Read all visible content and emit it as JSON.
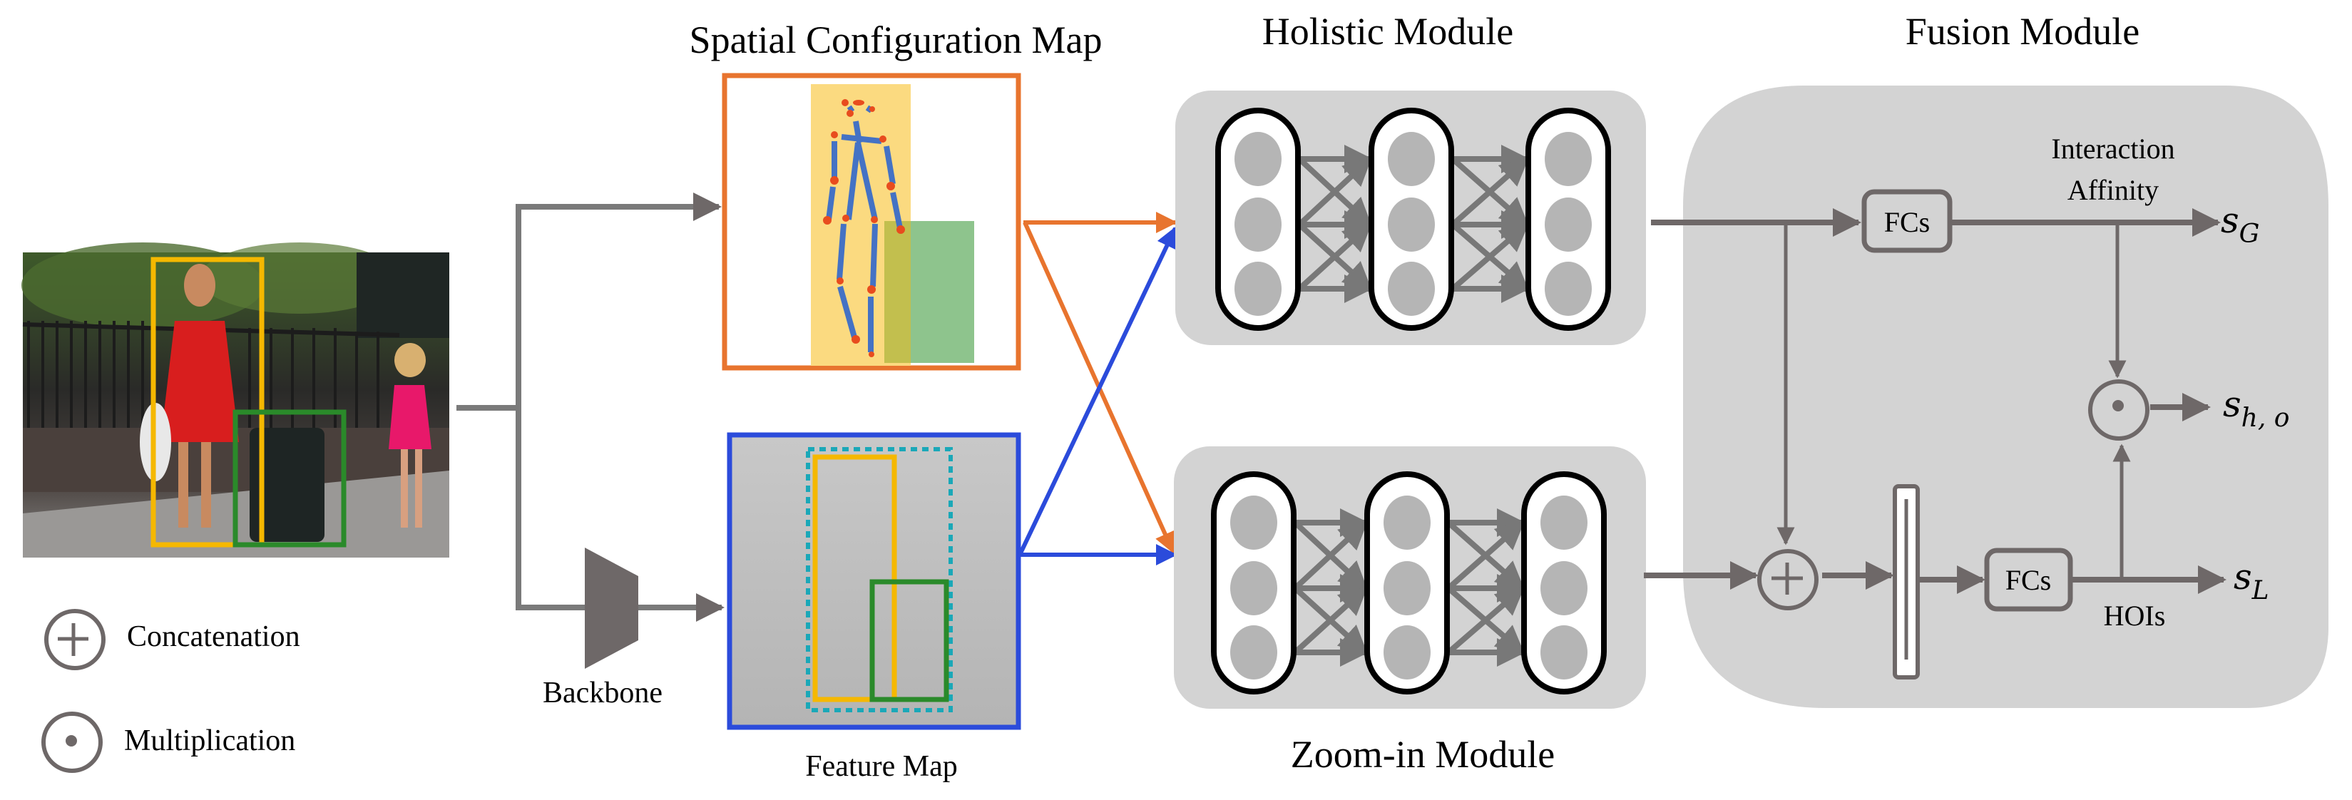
{
  "titles": {
    "spatial_map": "Spatial Configuration Map",
    "holistic": "Holistic Module",
    "fusion": "Fusion Module",
    "feature_map": "Feature Map",
    "zoomin": "Zoom-in Module",
    "backbone": "Backbone"
  },
  "fusion": {
    "fc_top": "FCs",
    "fc_bottom": "FCs",
    "interaction_line1": "Interaction",
    "interaction_line2": "Affinity",
    "hois": "HOIs",
    "out_g": {
      "main": "s",
      "sub": "G"
    },
    "out_ho": {
      "main": "s",
      "sub": "h, o"
    },
    "out_l": {
      "main": "s",
      "sub": "L"
    }
  },
  "legend": [
    {
      "symbol": "plus-circle",
      "label": "Concatenation"
    },
    {
      "symbol": "dot-circle",
      "label": "Multiplication"
    }
  ],
  "colors": {
    "human_box": "#F5B800",
    "object_box": "#2A8A2A",
    "spatial_border": "#E8742E",
    "feature_border": "#2B4BDB",
    "union_box": "#1AA8B8",
    "skeleton": "#4472C4",
    "joint": "#E84C1E",
    "flow": "#6E6868",
    "module_bg": "#D3D3D3"
  }
}
